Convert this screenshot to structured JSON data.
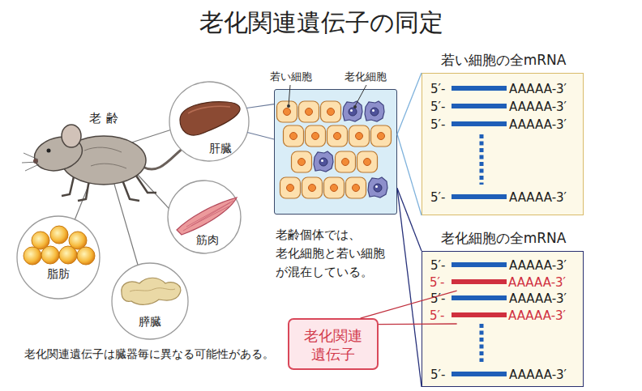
{
  "diagram": {
    "title": "老化関連遺伝子の同定",
    "nodes": [
      {
        "text": [
          "肝臓"
        ]
      },
      {
        "text": [
          "若い細胞",
          "老化細胞"
        ]
      },
      {
        "text": [
          "若い細胞の全mRNA",
          "5′-",
          "AAAAA-3′",
          "5′-",
          "AAAAA-3′",
          "5′-",
          "AAAAA-3′",
          "5′-",
          "AAAAA-3′"
        ]
      },
      {
        "text": [
          "筋肉"
        ]
      },
      {
        "text": [
          "脂肪"
        ]
      },
      {
        "text": [
          "膵臓"
        ]
      },
      {
        "text": [
          "老化細胞の全mRNA",
          "5′-",
          "AAAAA-3′",
          "5′-",
          "AAAAA-3′",
          "5′-",
          "AAAAA-3′"
        ]
      },
      {
        "text": [
          "5′-",
          "AAAAA-3′"
        ],
        "in": 6
      },
      {
        "text": [
          "5′-",
          "AAAAA-3′"
        ],
        "in": 6
      },
      {
        "text": [
          "老化関連 遺伝子"
        ]
      }
    ],
    "edges": [
      {
        "from": 0,
        "to": 1,
        "arrow": "none"
      },
      {
        "from": 0,
        "to": 1,
        "arrow": "none"
      },
      {
        "from": 1,
        "to": 2,
        "arrow": "none"
      },
      {
        "from": 1,
        "to": 2,
        "arrow": "none"
      },
      {
        "from": 1,
        "to": 6,
        "arrow": "none"
      },
      {
        "from": 1,
        "to": 6,
        "arrow": "none"
      },
      {
        "from": 9,
        "to": 7,
        "arrow": "none"
      },
      {
        "from": 9,
        "to": 8,
        "arrow": "none"
      }
    ],
    "labels": [
      "老齢",
      "老齢個体では、 老化細胞と若い細胞 が混在している。",
      "老化関連遺伝子は臓器毎に異なる可能性がある。"
    ]
  }
}
